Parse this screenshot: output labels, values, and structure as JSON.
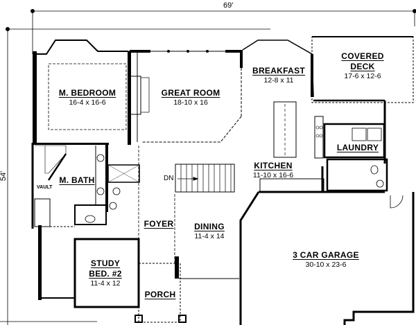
{
  "plan": {
    "overall_width": "69'",
    "overall_depth": "54'",
    "rooms": [
      {
        "name": "M. BEDROOM",
        "dims": "16-4 x 16-6"
      },
      {
        "name": "GREAT ROOM",
        "dims": "18-10 x 16"
      },
      {
        "name": "BREAKFAST",
        "dims": "12-8 x 11"
      },
      {
        "name": "COVERED DECK",
        "name_line1": "COVERED",
        "name_line2": "DECK",
        "dims": "17-6 x 12-6"
      },
      {
        "name": "KITCHEN",
        "dims": "11-10 x 16-6"
      },
      {
        "name": "LAUNDRY",
        "dims": ""
      },
      {
        "name": "M. BATH",
        "dims": ""
      },
      {
        "name": "FOYER",
        "dims": ""
      },
      {
        "name": "DINING",
        "dims": "11-4 x 14"
      },
      {
        "name": "STUDY BED. #2",
        "name_line1": "STUDY",
        "name_line2": "BED. #2",
        "dims": "11-4 x 12"
      },
      {
        "name": "PORCH",
        "dims": ""
      },
      {
        "name": "3 CAR GARAGE",
        "dims": "30-10 x 23-6"
      }
    ],
    "annotations": {
      "stair": "DN",
      "vault": "VAULT"
    }
  }
}
